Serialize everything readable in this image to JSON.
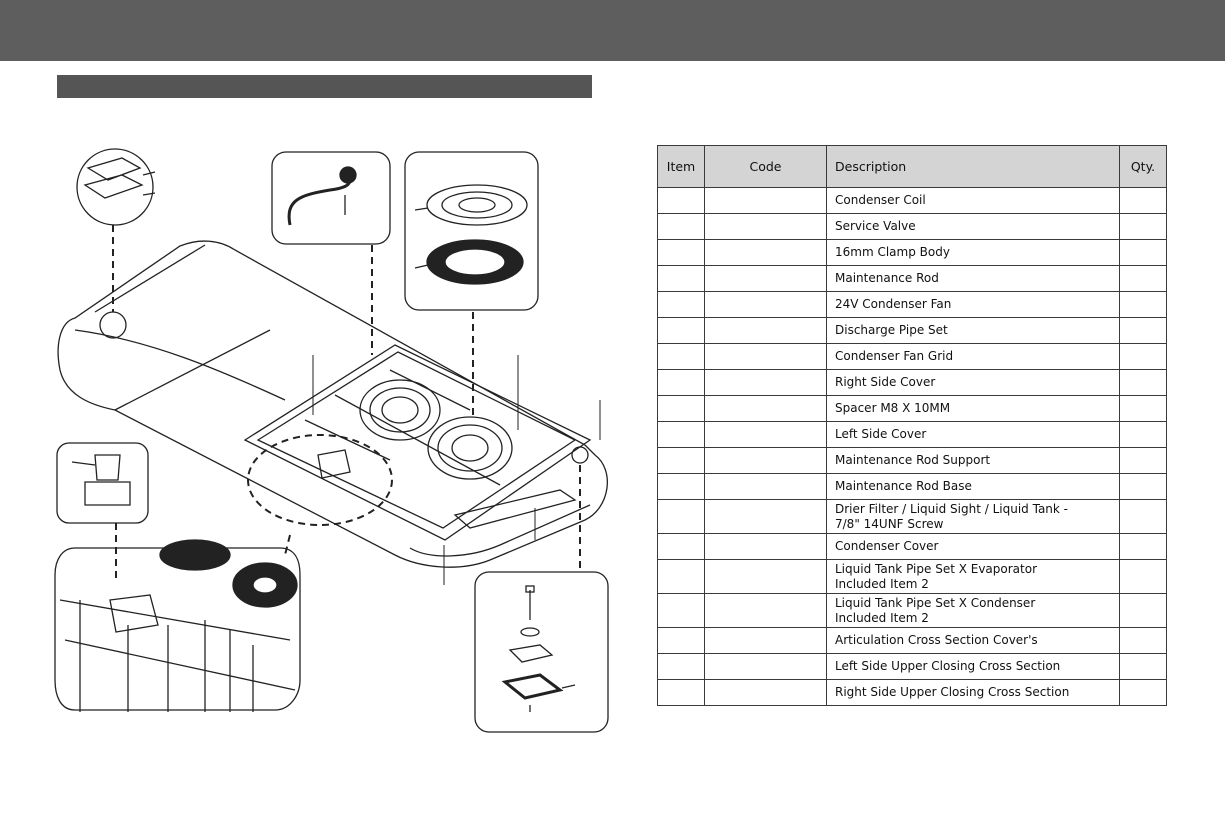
{
  "table": {
    "headers": {
      "item": "Item",
      "code": "Code",
      "description": "Description",
      "qty": "Qty."
    },
    "rows": [
      {
        "item": "",
        "code": "",
        "description": "Condenser Coil",
        "qty": ""
      },
      {
        "item": "",
        "code": "",
        "description": "Service Valve",
        "qty": ""
      },
      {
        "item": "",
        "code": "",
        "description": "16mm Clamp Body",
        "qty": ""
      },
      {
        "item": "",
        "code": "",
        "description": "Maintenance Rod",
        "qty": ""
      },
      {
        "item": "",
        "code": "",
        "description": "24V Condenser Fan",
        "qty": ""
      },
      {
        "item": "",
        "code": "",
        "description": "Discharge Pipe Set",
        "qty": ""
      },
      {
        "item": "",
        "code": "",
        "description": "Condenser Fan Grid",
        "qty": ""
      },
      {
        "item": "",
        "code": "",
        "description": "Right Side Cover",
        "qty": ""
      },
      {
        "item": "",
        "code": "",
        "description": "Spacer M8 X 10MM",
        "qty": ""
      },
      {
        "item": "",
        "code": "",
        "description": "Left Side Cover",
        "qty": ""
      },
      {
        "item": "",
        "code": "",
        "description": "Maintenance Rod Support",
        "qty": ""
      },
      {
        "item": "",
        "code": "",
        "description": "Maintenance Rod Base",
        "qty": ""
      },
      {
        "item": "",
        "code": "",
        "description": "Drier Filter / Liquid Sight / Liquid Tank -",
        "description2": "7/8\" 14UNF Screw",
        "qty": ""
      },
      {
        "item": "",
        "code": "",
        "description": "Condenser Cover",
        "qty": ""
      },
      {
        "item": "",
        "code": "",
        "description": "Liquid Tank Pipe Set X Evaporator",
        "description2": "Included Item 2",
        "qty": ""
      },
      {
        "item": "",
        "code": "",
        "description": "Liquid Tank Pipe Set X Condenser",
        "description2": "Included Item 2",
        "qty": ""
      },
      {
        "item": "",
        "code": "",
        "description": "Articulation Cross Section Cover's",
        "qty": ""
      },
      {
        "item": "",
        "code": "",
        "description": "Left Side Upper Closing Cross Section",
        "qty": ""
      },
      {
        "item": "",
        "code": "",
        "description": "Right Side Upper Closing Cross Section",
        "qty": ""
      }
    ]
  }
}
